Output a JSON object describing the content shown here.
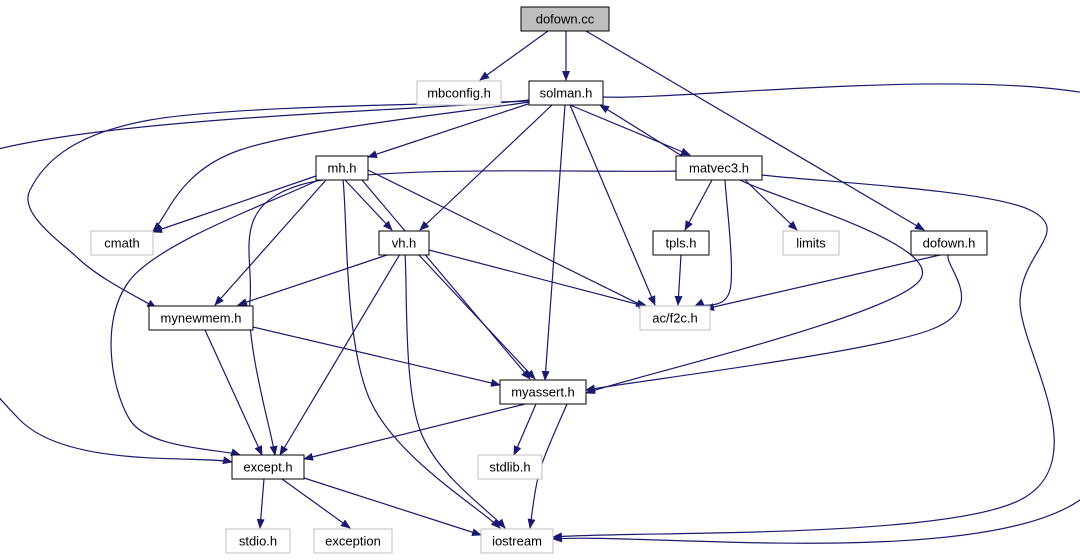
{
  "colors": {
    "edge": "#191970",
    "node_border": "#000000",
    "node_border_external": "#bfbfbf",
    "root_fill": "#bfbfbf",
    "node_fill": "#ffffff",
    "text": "#000000"
  },
  "graph": {
    "nodes": [
      {
        "id": "dofown_cc",
        "label": "dofown.cc",
        "kind": "root"
      },
      {
        "id": "mbconfig_h",
        "label": "mbconfig.h",
        "kind": "external"
      },
      {
        "id": "solman_h",
        "label": "solman.h",
        "kind": "local"
      },
      {
        "id": "mh_h",
        "label": "mh.h",
        "kind": "local"
      },
      {
        "id": "matvec3_h",
        "label": "matvec3.h",
        "kind": "local"
      },
      {
        "id": "cmath",
        "label": "cmath",
        "kind": "external"
      },
      {
        "id": "vh_h",
        "label": "vh.h",
        "kind": "local"
      },
      {
        "id": "tpls_h",
        "label": "tpls.h",
        "kind": "local"
      },
      {
        "id": "limits",
        "label": "limits",
        "kind": "external"
      },
      {
        "id": "dofown_h",
        "label": "dofown.h",
        "kind": "local"
      },
      {
        "id": "mynewmem_h",
        "label": "mynewmem.h",
        "kind": "local"
      },
      {
        "id": "ac_f2c_h",
        "label": "ac/f2c.h",
        "kind": "external"
      },
      {
        "id": "myassert_h",
        "label": "myassert.h",
        "kind": "local"
      },
      {
        "id": "stdlib_h",
        "label": "stdlib.h",
        "kind": "external"
      },
      {
        "id": "except_h",
        "label": "except.h",
        "kind": "local"
      },
      {
        "id": "stdio_h",
        "label": "stdio.h",
        "kind": "external"
      },
      {
        "id": "exception",
        "label": "exception",
        "kind": "external"
      },
      {
        "id": "iostream",
        "label": "iostream",
        "kind": "external"
      }
    ],
    "edges": [
      {
        "from": "dofown_cc",
        "to": "mbconfig_h"
      },
      {
        "from": "dofown_cc",
        "to": "solman_h"
      },
      {
        "from": "dofown_cc",
        "to": "dofown_h"
      },
      {
        "from": "solman_h",
        "to": "mh_h"
      },
      {
        "from": "solman_h",
        "to": "matvec3_h"
      },
      {
        "from": "solman_h",
        "to": "cmath"
      },
      {
        "from": "solman_h",
        "to": "vh_h"
      },
      {
        "from": "solman_h",
        "to": "mynewmem_h"
      },
      {
        "from": "solman_h",
        "to": "ac_f2c_h"
      },
      {
        "from": "solman_h",
        "to": "myassert_h"
      },
      {
        "from": "solman_h",
        "to": "except_h"
      },
      {
        "from": "solman_h",
        "to": "iostream"
      },
      {
        "from": "matvec3_h",
        "to": "solman_h"
      },
      {
        "from": "matvec3_h",
        "to": "tpls_h"
      },
      {
        "from": "matvec3_h",
        "to": "limits"
      },
      {
        "from": "matvec3_h",
        "to": "ac_f2c_h"
      },
      {
        "from": "matvec3_h",
        "to": "myassert_h"
      },
      {
        "from": "matvec3_h",
        "to": "except_h"
      },
      {
        "from": "matvec3_h",
        "to": "iostream"
      },
      {
        "from": "mh_h",
        "to": "cmath"
      },
      {
        "from": "mh_h",
        "to": "vh_h"
      },
      {
        "from": "mh_h",
        "to": "mynewmem_h"
      },
      {
        "from": "mh_h",
        "to": "ac_f2c_h"
      },
      {
        "from": "mh_h",
        "to": "myassert_h"
      },
      {
        "from": "mh_h",
        "to": "except_h"
      },
      {
        "from": "mh_h",
        "to": "iostream"
      },
      {
        "from": "vh_h",
        "to": "mynewmem_h"
      },
      {
        "from": "vh_h",
        "to": "ac_f2c_h"
      },
      {
        "from": "vh_h",
        "to": "myassert_h"
      },
      {
        "from": "vh_h",
        "to": "except_h"
      },
      {
        "from": "vh_h",
        "to": "iostream"
      },
      {
        "from": "tpls_h",
        "to": "ac_f2c_h"
      },
      {
        "from": "dofown_h",
        "to": "ac_f2c_h"
      },
      {
        "from": "dofown_h",
        "to": "myassert_h"
      },
      {
        "from": "mynewmem_h",
        "to": "myassert_h"
      },
      {
        "from": "mynewmem_h",
        "to": "except_h"
      },
      {
        "from": "myassert_h",
        "to": "stdlib_h"
      },
      {
        "from": "myassert_h",
        "to": "except_h"
      },
      {
        "from": "myassert_h",
        "to": "iostream"
      },
      {
        "from": "except_h",
        "to": "stdio_h"
      },
      {
        "from": "except_h",
        "to": "exception"
      },
      {
        "from": "except_h",
        "to": "iostream"
      }
    ]
  }
}
